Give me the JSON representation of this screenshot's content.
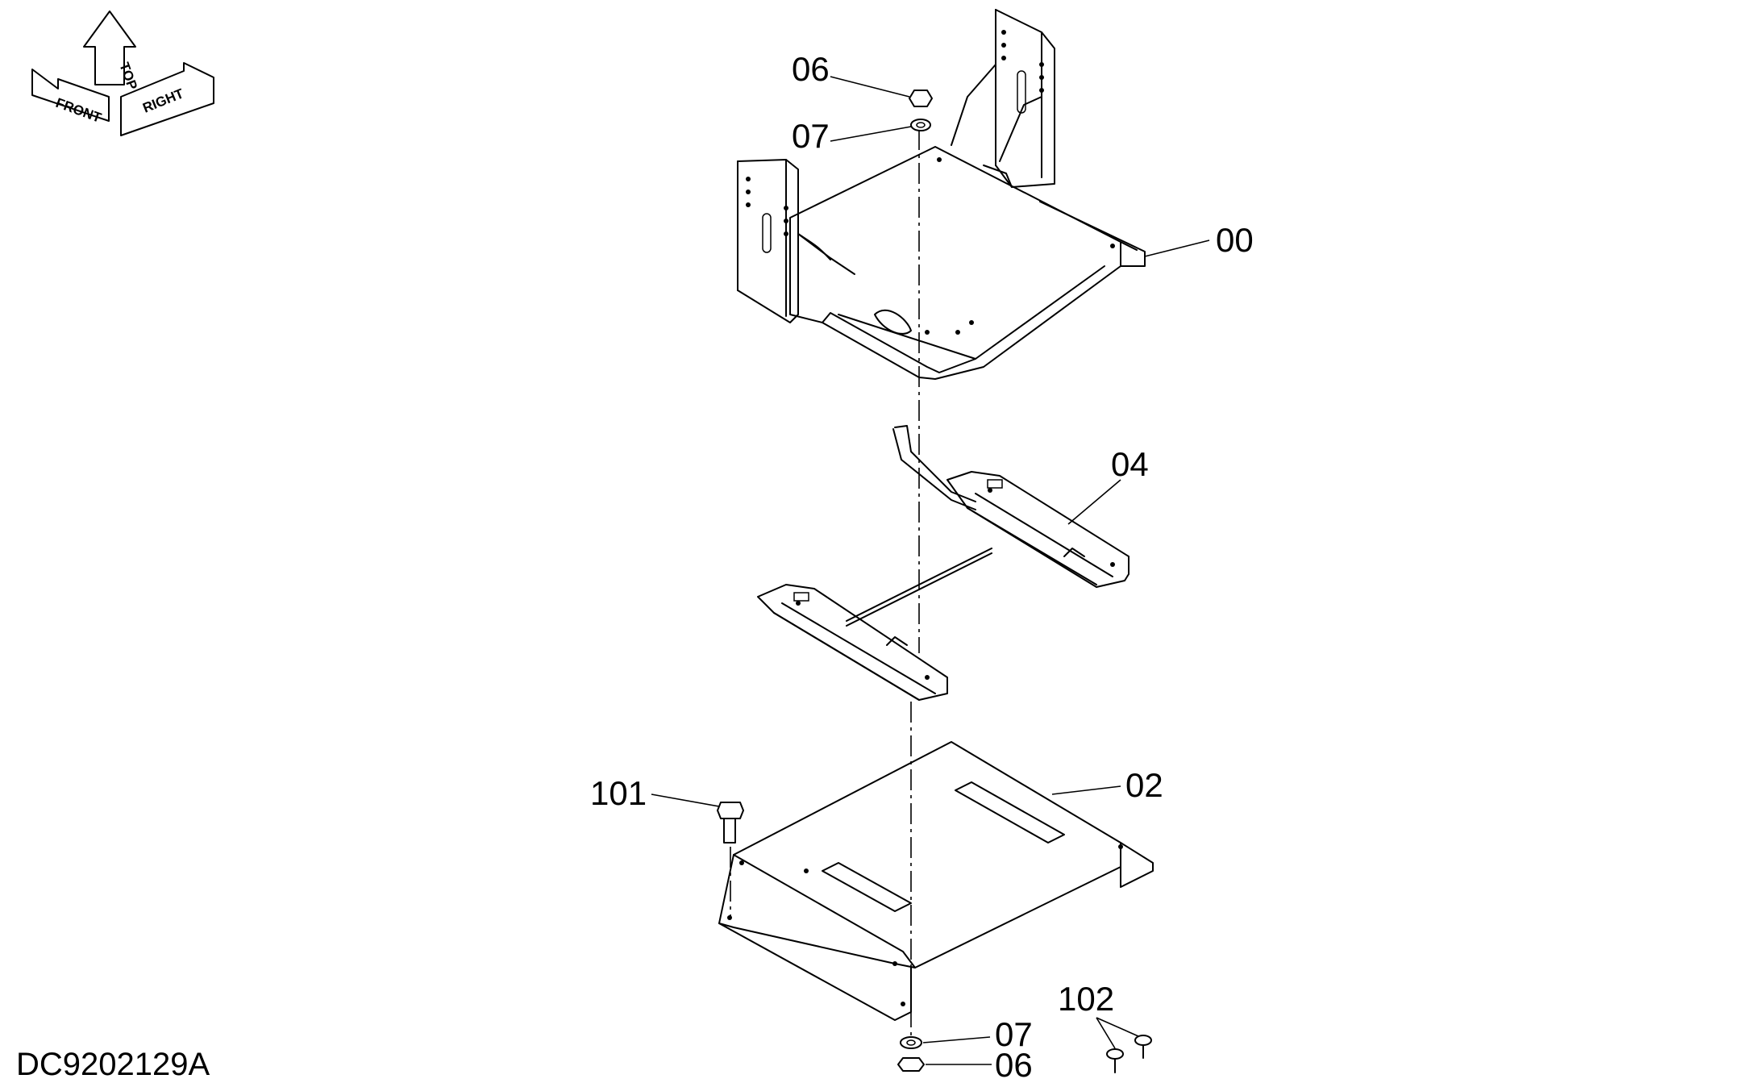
{
  "drawing_id": "DC9202129A",
  "orientation": {
    "front": "FRONT",
    "top": "TOP",
    "right": "RIGHT"
  },
  "callouts": [
    {
      "id": "c06-top",
      "label": "06"
    },
    {
      "id": "c07-top",
      "label": "07"
    },
    {
      "id": "c00",
      "label": "00"
    },
    {
      "id": "c04",
      "label": "04"
    },
    {
      "id": "c101",
      "label": "101"
    },
    {
      "id": "c02",
      "label": "02"
    },
    {
      "id": "c102",
      "label": "102"
    },
    {
      "id": "c07-bottom",
      "label": "07"
    },
    {
      "id": "c06-bottom",
      "label": "06"
    }
  ]
}
